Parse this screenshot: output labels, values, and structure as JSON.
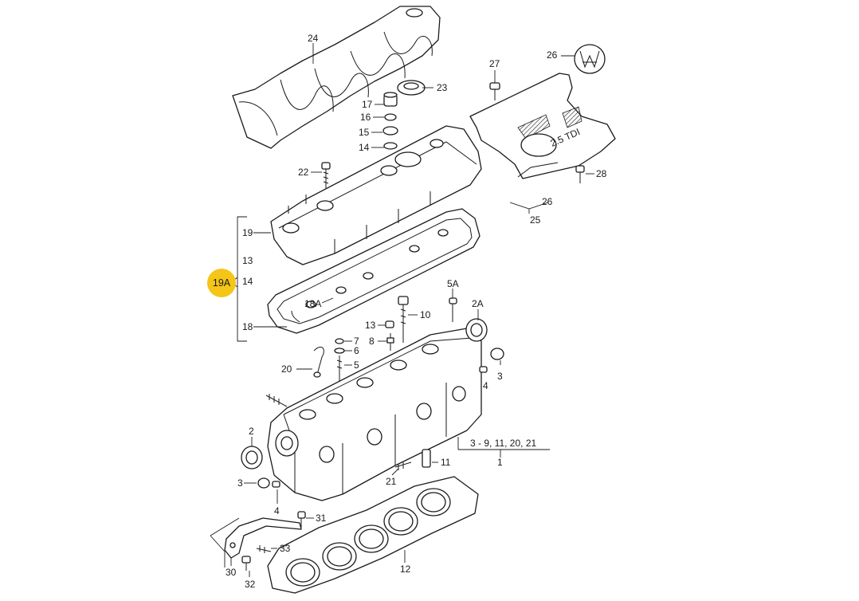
{
  "labels": {
    "p24": "24",
    "p23": "23",
    "p17": "17",
    "p16": "16",
    "p15": "15",
    "p14a": "14",
    "p22": "22",
    "p27": "27",
    "p26a": "26",
    "p28": "28",
    "p26b": "26",
    "p25": "25",
    "p19": "19",
    "p13a": "13",
    "p14b": "14",
    "p18": "18",
    "p18A": "18A",
    "p5A": "5A",
    "p2A": "2A",
    "p10": "10",
    "p13b": "13",
    "p8": "8",
    "p7": "7",
    "p6": "6",
    "p5": "5",
    "p20": "20",
    "p3a": "3",
    "p4a": "4",
    "p2": "2",
    "p3b": "3",
    "p4b": "4",
    "p21": "21",
    "p11": "11",
    "p31": "31",
    "p33": "33",
    "p30": "30",
    "p32": "32",
    "p12": "12",
    "p1": "1",
    "group_range": "3 - 9, 11, 20, 21"
  },
  "callout": {
    "label": "19A",
    "color": "#F5C518"
  },
  "badge_text": "2.5 TDI"
}
